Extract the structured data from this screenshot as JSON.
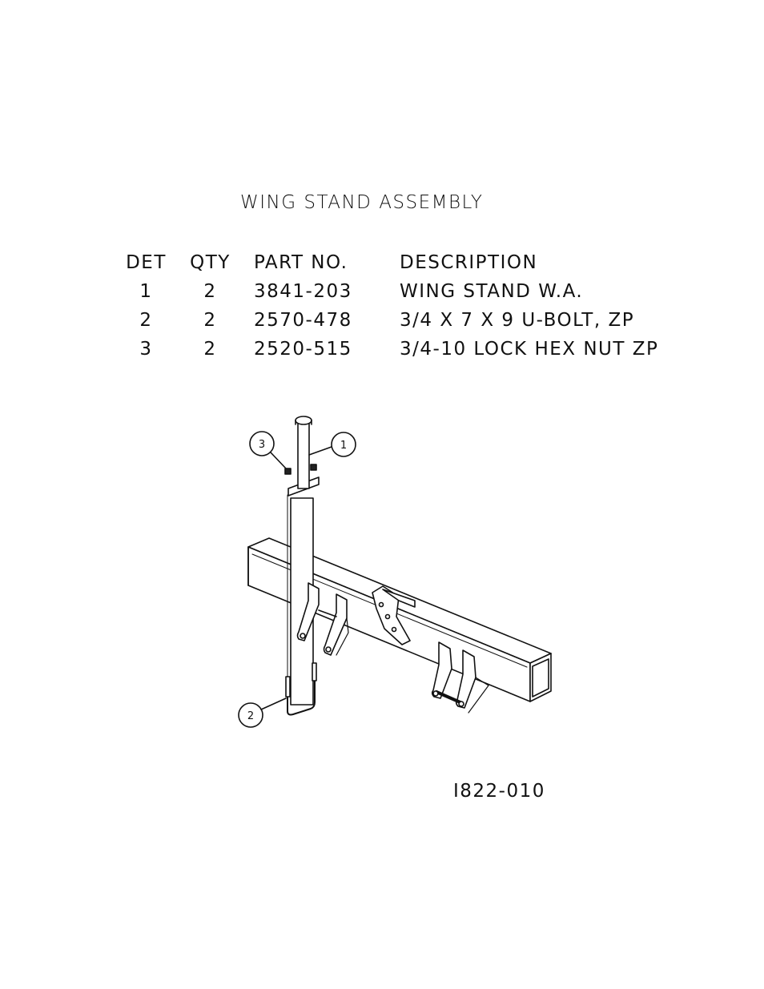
{
  "title": "WING STAND ASSEMBLY",
  "table": {
    "headers": {
      "det": "DET",
      "qty": "QTY",
      "part": "PART NO.",
      "desc": "DESCRIPTION"
    },
    "rows": [
      {
        "det": "1",
        "qty": "2",
        "part": "3841-203",
        "desc": "WING STAND W.A."
      },
      {
        "det": "2",
        "qty": "2",
        "part": "2570-478",
        "desc": "3/4 X 7 X 9 U-BOLT, ZP"
      },
      {
        "det": "3",
        "qty": "2",
        "part": "2520-515",
        "desc": "3/4-10 LOCK HEX NUT ZP"
      }
    ]
  },
  "callouts": {
    "c1": "1",
    "c2": "2",
    "c3": "3"
  },
  "drawing_number": "I822-010"
}
